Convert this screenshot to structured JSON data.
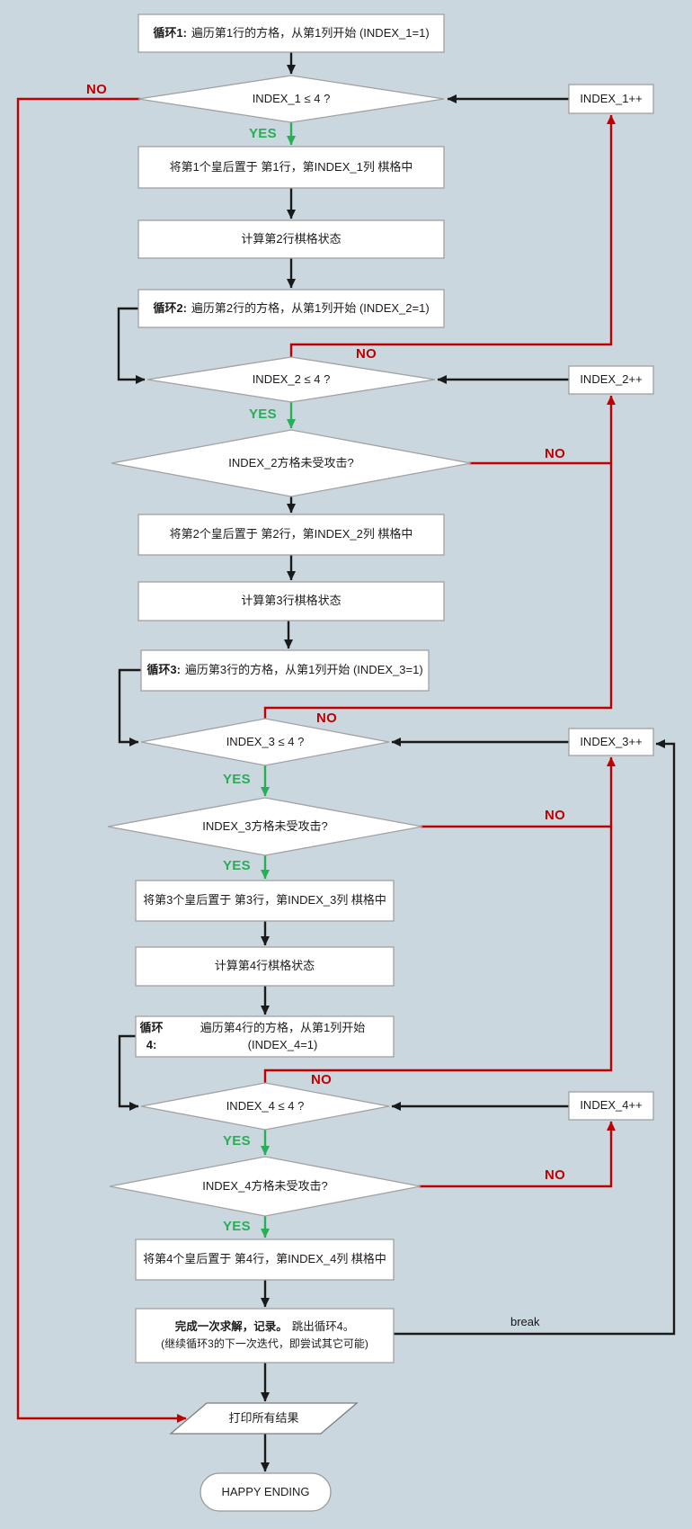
{
  "flowchart": {
    "background": "#cbd7de",
    "colors": {
      "arrow_black": "#1a1a1a",
      "arrow_red": "#c00000",
      "arrow_green": "#27ae57",
      "node_fill": "#ffffff",
      "node_border": "#a2a2a2"
    },
    "labels": {
      "yes": "YES",
      "no": "NO",
      "break_label": "break"
    },
    "nodes": {
      "loop1": {
        "bold": "循环1:",
        "text": "遍历第1行的方格，从第1列开始 (INDEX_1=1)"
      },
      "decision1": {
        "text": "INDEX_1 ≤ 4 ?"
      },
      "inc1": {
        "text": "INDEX_1++"
      },
      "place1": {
        "text": "将第1个皇后置于 第1行，第INDEX_1列 棋格中"
      },
      "calc2": {
        "text": "计算第2行棋格状态"
      },
      "loop2": {
        "bold": "循环2:",
        "text": "遍历第2行的方格，从第1列开始 (INDEX_2=1)"
      },
      "decision2": {
        "text": "INDEX_2 ≤ 4 ?"
      },
      "inc2": {
        "text": "INDEX_2++"
      },
      "attack2": {
        "text": "INDEX_2方格未受攻击?"
      },
      "place2": {
        "text": "将第2个皇后置于 第2行，第INDEX_2列 棋格中"
      },
      "calc3": {
        "text": "计算第3行棋格状态"
      },
      "loop3": {
        "bold": "循环3:",
        "text": "遍历第3行的方格，从第1列开始 (INDEX_3=1)"
      },
      "decision3": {
        "text": "INDEX_3 ≤ 4 ?"
      },
      "inc3": {
        "text": "INDEX_3++"
      },
      "attack3": {
        "text": "INDEX_3方格未受攻击?"
      },
      "place3": {
        "text": "将第3个皇后置于 第3行，第INDEX_3列 棋格中"
      },
      "calc4": {
        "text": "计算第4行棋格状态"
      },
      "loop4": {
        "bold": "循环4:",
        "text": "遍历第4行的方格，从第1列开始 (INDEX_4=1)"
      },
      "decision4": {
        "text": "INDEX_4 ≤ 4 ?"
      },
      "inc4": {
        "text": "INDEX_4++"
      },
      "attack4": {
        "text": "INDEX_4方格未受攻击?"
      },
      "place4": {
        "text": "将第4个皇后置于 第4行，第INDEX_4列 棋格中"
      },
      "solution": {
        "bold": "完成一次求解，记录。",
        "text": "跳出循环4。",
        "line2": "(继续循环3的下一次迭代，即尝试其它可能)"
      },
      "print_results": {
        "text": "打印所有结果"
      },
      "end": {
        "text": "HAPPY ENDING"
      }
    }
  }
}
